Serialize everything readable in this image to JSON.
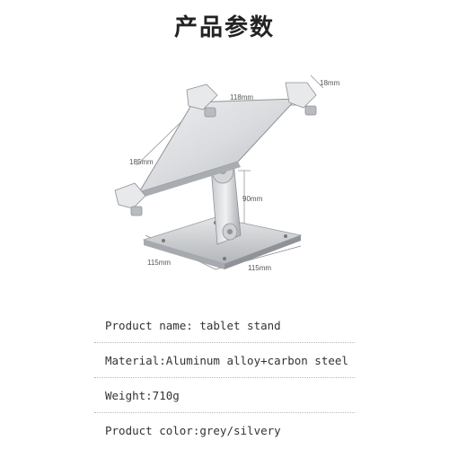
{
  "header": {
    "title": "产品参数"
  },
  "dimensions": {
    "top_width": "118mm",
    "thickness": "18mm",
    "side_length": "185mm",
    "height": "90mm",
    "base_depth": "115mm",
    "base_width": "115mm"
  },
  "specs": [
    {
      "text": "Product name: tablet stand"
    },
    {
      "text": "Material:Aluminum alloy+carbon steel"
    },
    {
      "text": "Weight:710g"
    },
    {
      "text": "Product color:grey/silvery"
    }
  ],
  "colors": {
    "metal_light": "#e6e7e9",
    "metal_mid": "#c2c5c9",
    "metal_dark": "#8f9398",
    "text": "#333333"
  }
}
